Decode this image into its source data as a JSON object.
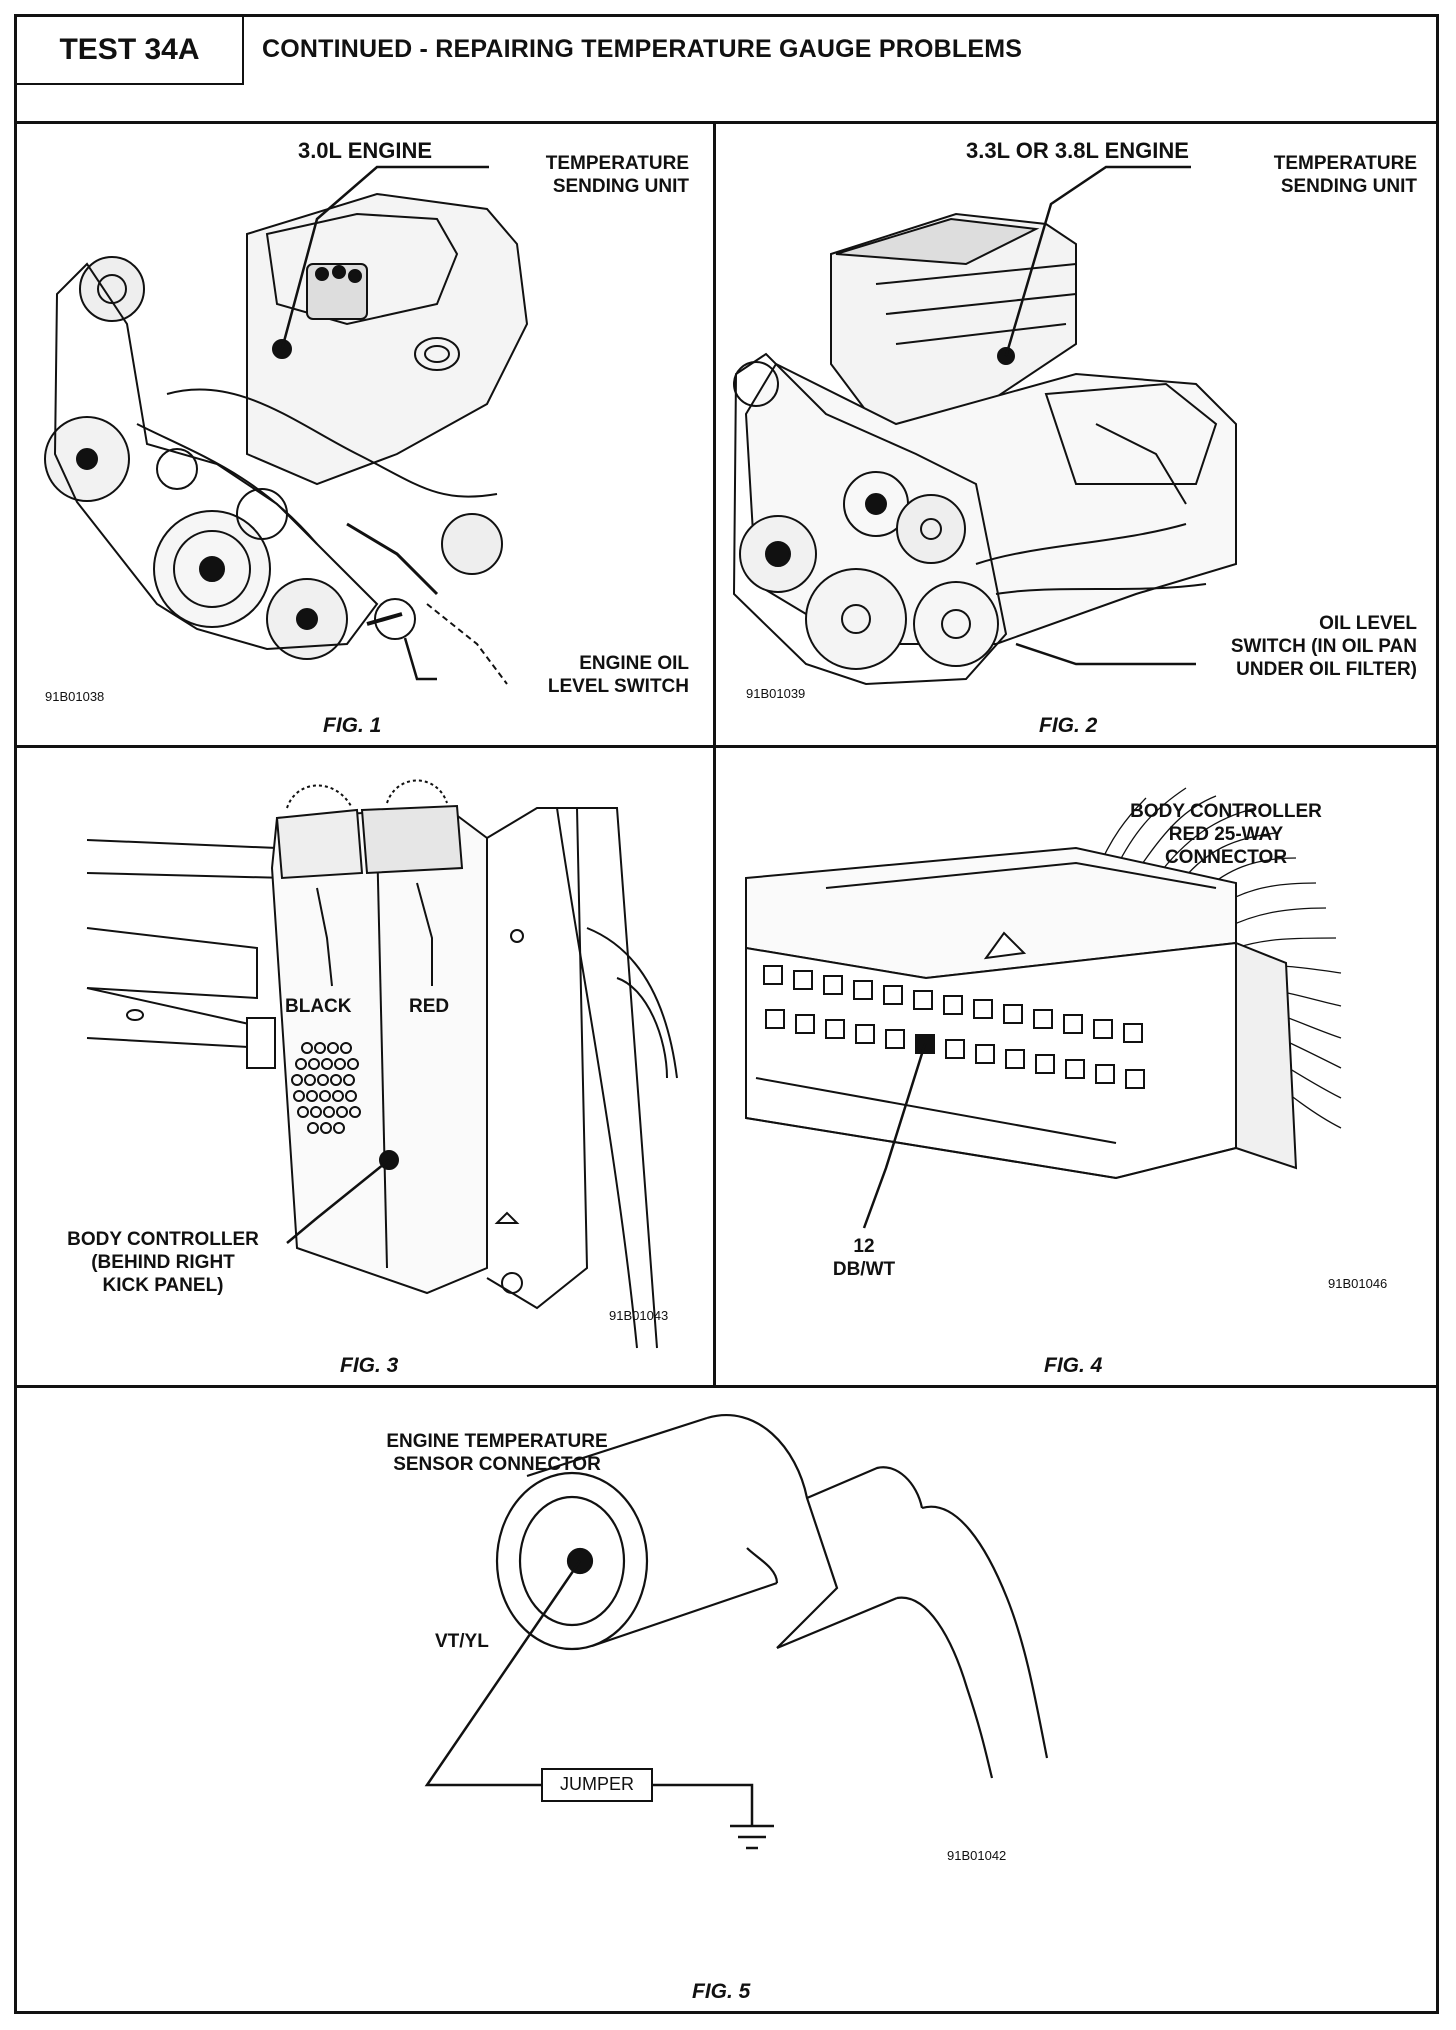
{
  "header": {
    "test_id": "TEST 34A",
    "title": "CONTINUED - REPAIRING TEMPERATURE GAUGE PROBLEMS"
  },
  "fig1": {
    "title": "3.0L ENGINE",
    "label_sending_1": "TEMPERATURE",
    "label_sending_2": "SENDING UNIT",
    "label_oil_1": "ENGINE OIL",
    "label_oil_2": "LEVEL SWITCH",
    "code": "91B01038",
    "caption": "FIG. 1"
  },
  "fig2": {
    "title": "3.3L OR 3.8L ENGINE",
    "label_sending_1": "TEMPERATURE",
    "label_sending_2": "SENDING UNIT",
    "label_oil_1": "OIL LEVEL",
    "label_oil_2": "SWITCH (IN OIL PAN",
    "label_oil_3": "UNDER OIL FILTER)",
    "code": "91B01039",
    "caption": "FIG. 2"
  },
  "fig3": {
    "label_black": "BLACK",
    "label_red": "RED",
    "label_body_1": "BODY CONTROLLER",
    "label_body_2": "(BEHIND RIGHT",
    "label_body_3": "KICK PANEL)",
    "code": "91B01043",
    "caption": "FIG. 3"
  },
  "fig4": {
    "label_conn_1": "BODY CONTROLLER",
    "label_conn_2": "RED 25-WAY",
    "label_conn_3": "CONNECTOR",
    "label_pin_1": "12",
    "label_pin_2": "DB/WT",
    "code": "91B01046",
    "caption": "FIG. 4"
  },
  "fig5": {
    "label_sensor_1": "ENGINE TEMPERATURE",
    "label_sensor_2": "SENSOR CONNECTOR",
    "label_wire": "VT/YL",
    "label_jumper": "JUMPER",
    "code": "91B01042",
    "caption": "FIG. 5"
  }
}
